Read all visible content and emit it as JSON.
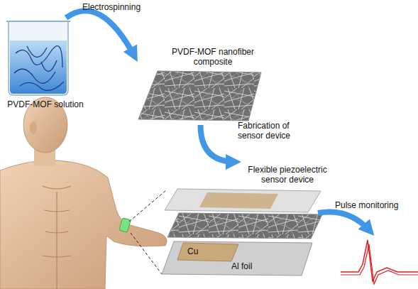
{
  "diagram": {
    "nodes": [
      {
        "text": [
          "PVDF-MOF solution"
        ]
      },
      {
        "text": [
          "PVDF-MOF nanofiber composite"
        ]
      },
      {
        "text": [
          "Flexible piezoelectric sensor device"
        ]
      },
      {
        "text": [
          "Al foil"
        ],
        "in": 2
      },
      {
        "text": [
          "Cu"
        ],
        "in": 3
      }
    ],
    "edges": [
      {
        "from": 0,
        "to": 1,
        "arrow": "to",
        "label": "Electrospinning"
      },
      {
        "from": 1,
        "to": 2,
        "arrow": "to",
        "label": "Fabrication of sensor device"
      }
    ],
    "labels": [
      "Pulse monitoring"
    ]
  }
}
